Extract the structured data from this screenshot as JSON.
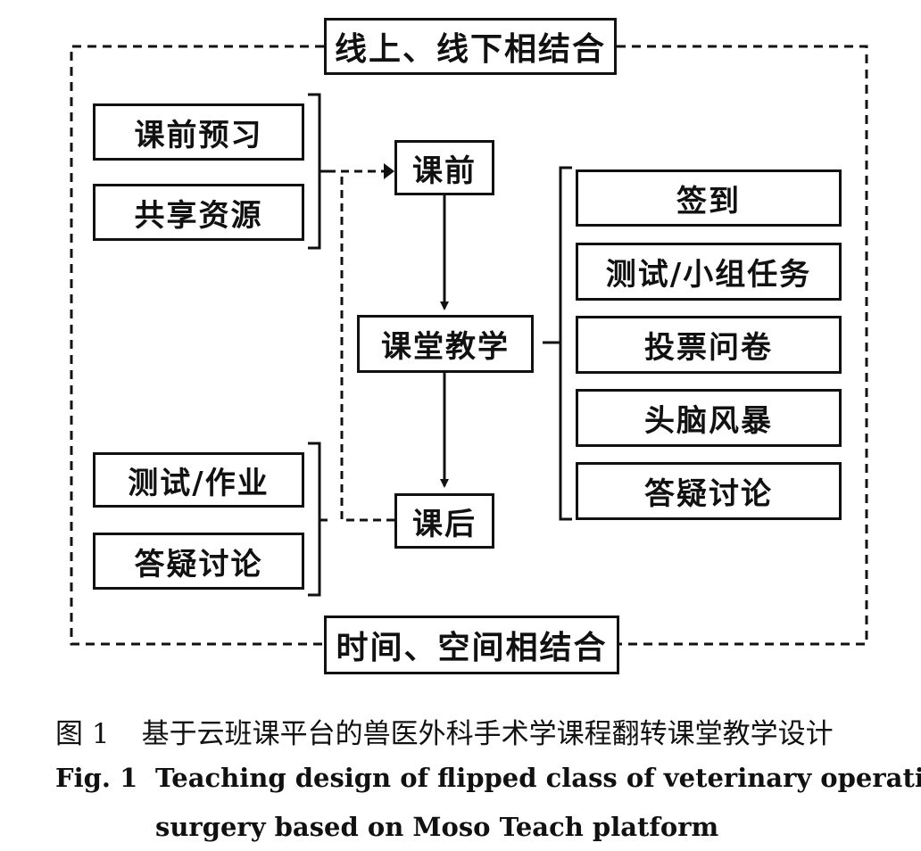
{
  "header_top": "线上、线下相结合",
  "header_bottom": "时间、空间相结合",
  "pre_class_items": [
    "课前预习",
    "共享资源"
  ],
  "post_class_items": [
    "测试/作业",
    "答疑讨论"
  ],
  "flow": {
    "pre": "课前",
    "in_class": "课堂教学",
    "post": "课后"
  },
  "in_class_activities": [
    "签到",
    "测试/小组任务",
    "投票问卷",
    "头脑风暴",
    "答疑讨论"
  ],
  "caption": {
    "cn_number": "图 1",
    "cn_text": "基于云班课平台的兽医外科手术学课程翻转课堂教学设计",
    "en_number": "Fig. 1",
    "en_line1": "Teaching design of flipped class of veterinary operative",
    "en_line2": "surgery based on Moso Teach platform"
  }
}
